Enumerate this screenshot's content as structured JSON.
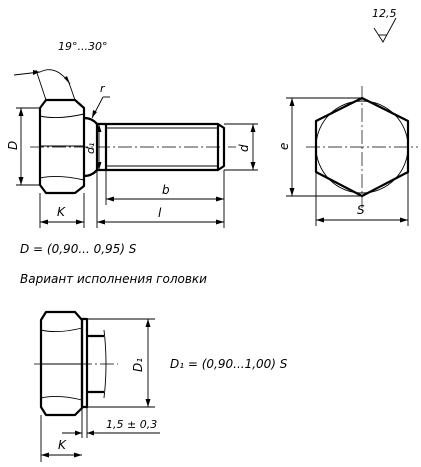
{
  "roughness": {
    "value": "12,5"
  },
  "bolt_main": {
    "angle_label": "19°...30°",
    "label_r": "r",
    "label_D": "D",
    "label_d1": "d₁",
    "label_d": "d",
    "label_b": "b",
    "label_l": "l",
    "label_K": "K"
  },
  "hex_view": {
    "label_e": "e",
    "label_S": "S"
  },
  "formula_D": "D = (0,90... 0,95) S",
  "variant_caption": "Вариант исполнения головки",
  "bolt_variant": {
    "label_D1": "D₁",
    "label_K": "K",
    "label_dim": "1,5 ± 0,3"
  },
  "formula_D1": "D₁ = (0,90...1,00) S"
}
